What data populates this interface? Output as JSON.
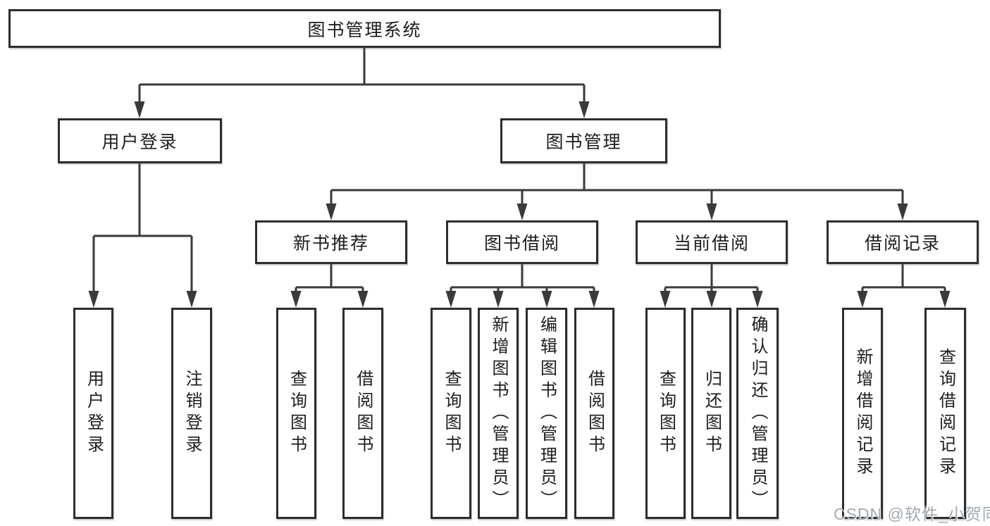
{
  "diagram": {
    "type": "hierarchy-tree",
    "colors": {
      "background": "#ffffff",
      "line": "#3a3a3a",
      "box_border": "#2d2d2d",
      "box_fill": "#ffffff",
      "text": "#1d1d1d",
      "watermark_text": "#9ea4ad"
    },
    "nodes": {
      "root": {
        "label": "图书管理系统"
      },
      "level2": [
        {
          "label": "用户登录"
        },
        {
          "label": "图书管理"
        }
      ],
      "level3": [
        {
          "label": "新书推荐",
          "parent": "图书管理"
        },
        {
          "label": "图书借阅",
          "parent": "图书管理"
        },
        {
          "label": "当前借阅",
          "parent": "图书管理"
        },
        {
          "label": "借阅记录",
          "parent": "图书管理"
        }
      ],
      "leaves": [
        {
          "label": "用户登录",
          "parent": "用户登录"
        },
        {
          "label": "注销登录",
          "parent": "用户登录"
        },
        {
          "label": "查询图书",
          "parent": "新书推荐"
        },
        {
          "label": "借阅图书",
          "parent": "新书推荐"
        },
        {
          "label": "查询图书",
          "parent": "图书借阅"
        },
        {
          "label": "新增图书（管理员）",
          "parent": "图书借阅"
        },
        {
          "label": "编辑图书（管理员）",
          "parent": "图书借阅"
        },
        {
          "label": "借阅图书",
          "parent": "图书借阅"
        },
        {
          "label": "查询图书",
          "parent": "当前借阅"
        },
        {
          "label": "归还图书",
          "parent": "当前借阅"
        },
        {
          "label": "确认归还（管理员）",
          "parent": "当前借阅"
        },
        {
          "label": "新增借阅记录",
          "parent": "借阅记录"
        },
        {
          "label": "查询借阅记录",
          "parent": "借阅记录"
        }
      ]
    }
  },
  "watermark": {
    "text": "CSDN @软件_小贺同学"
  }
}
